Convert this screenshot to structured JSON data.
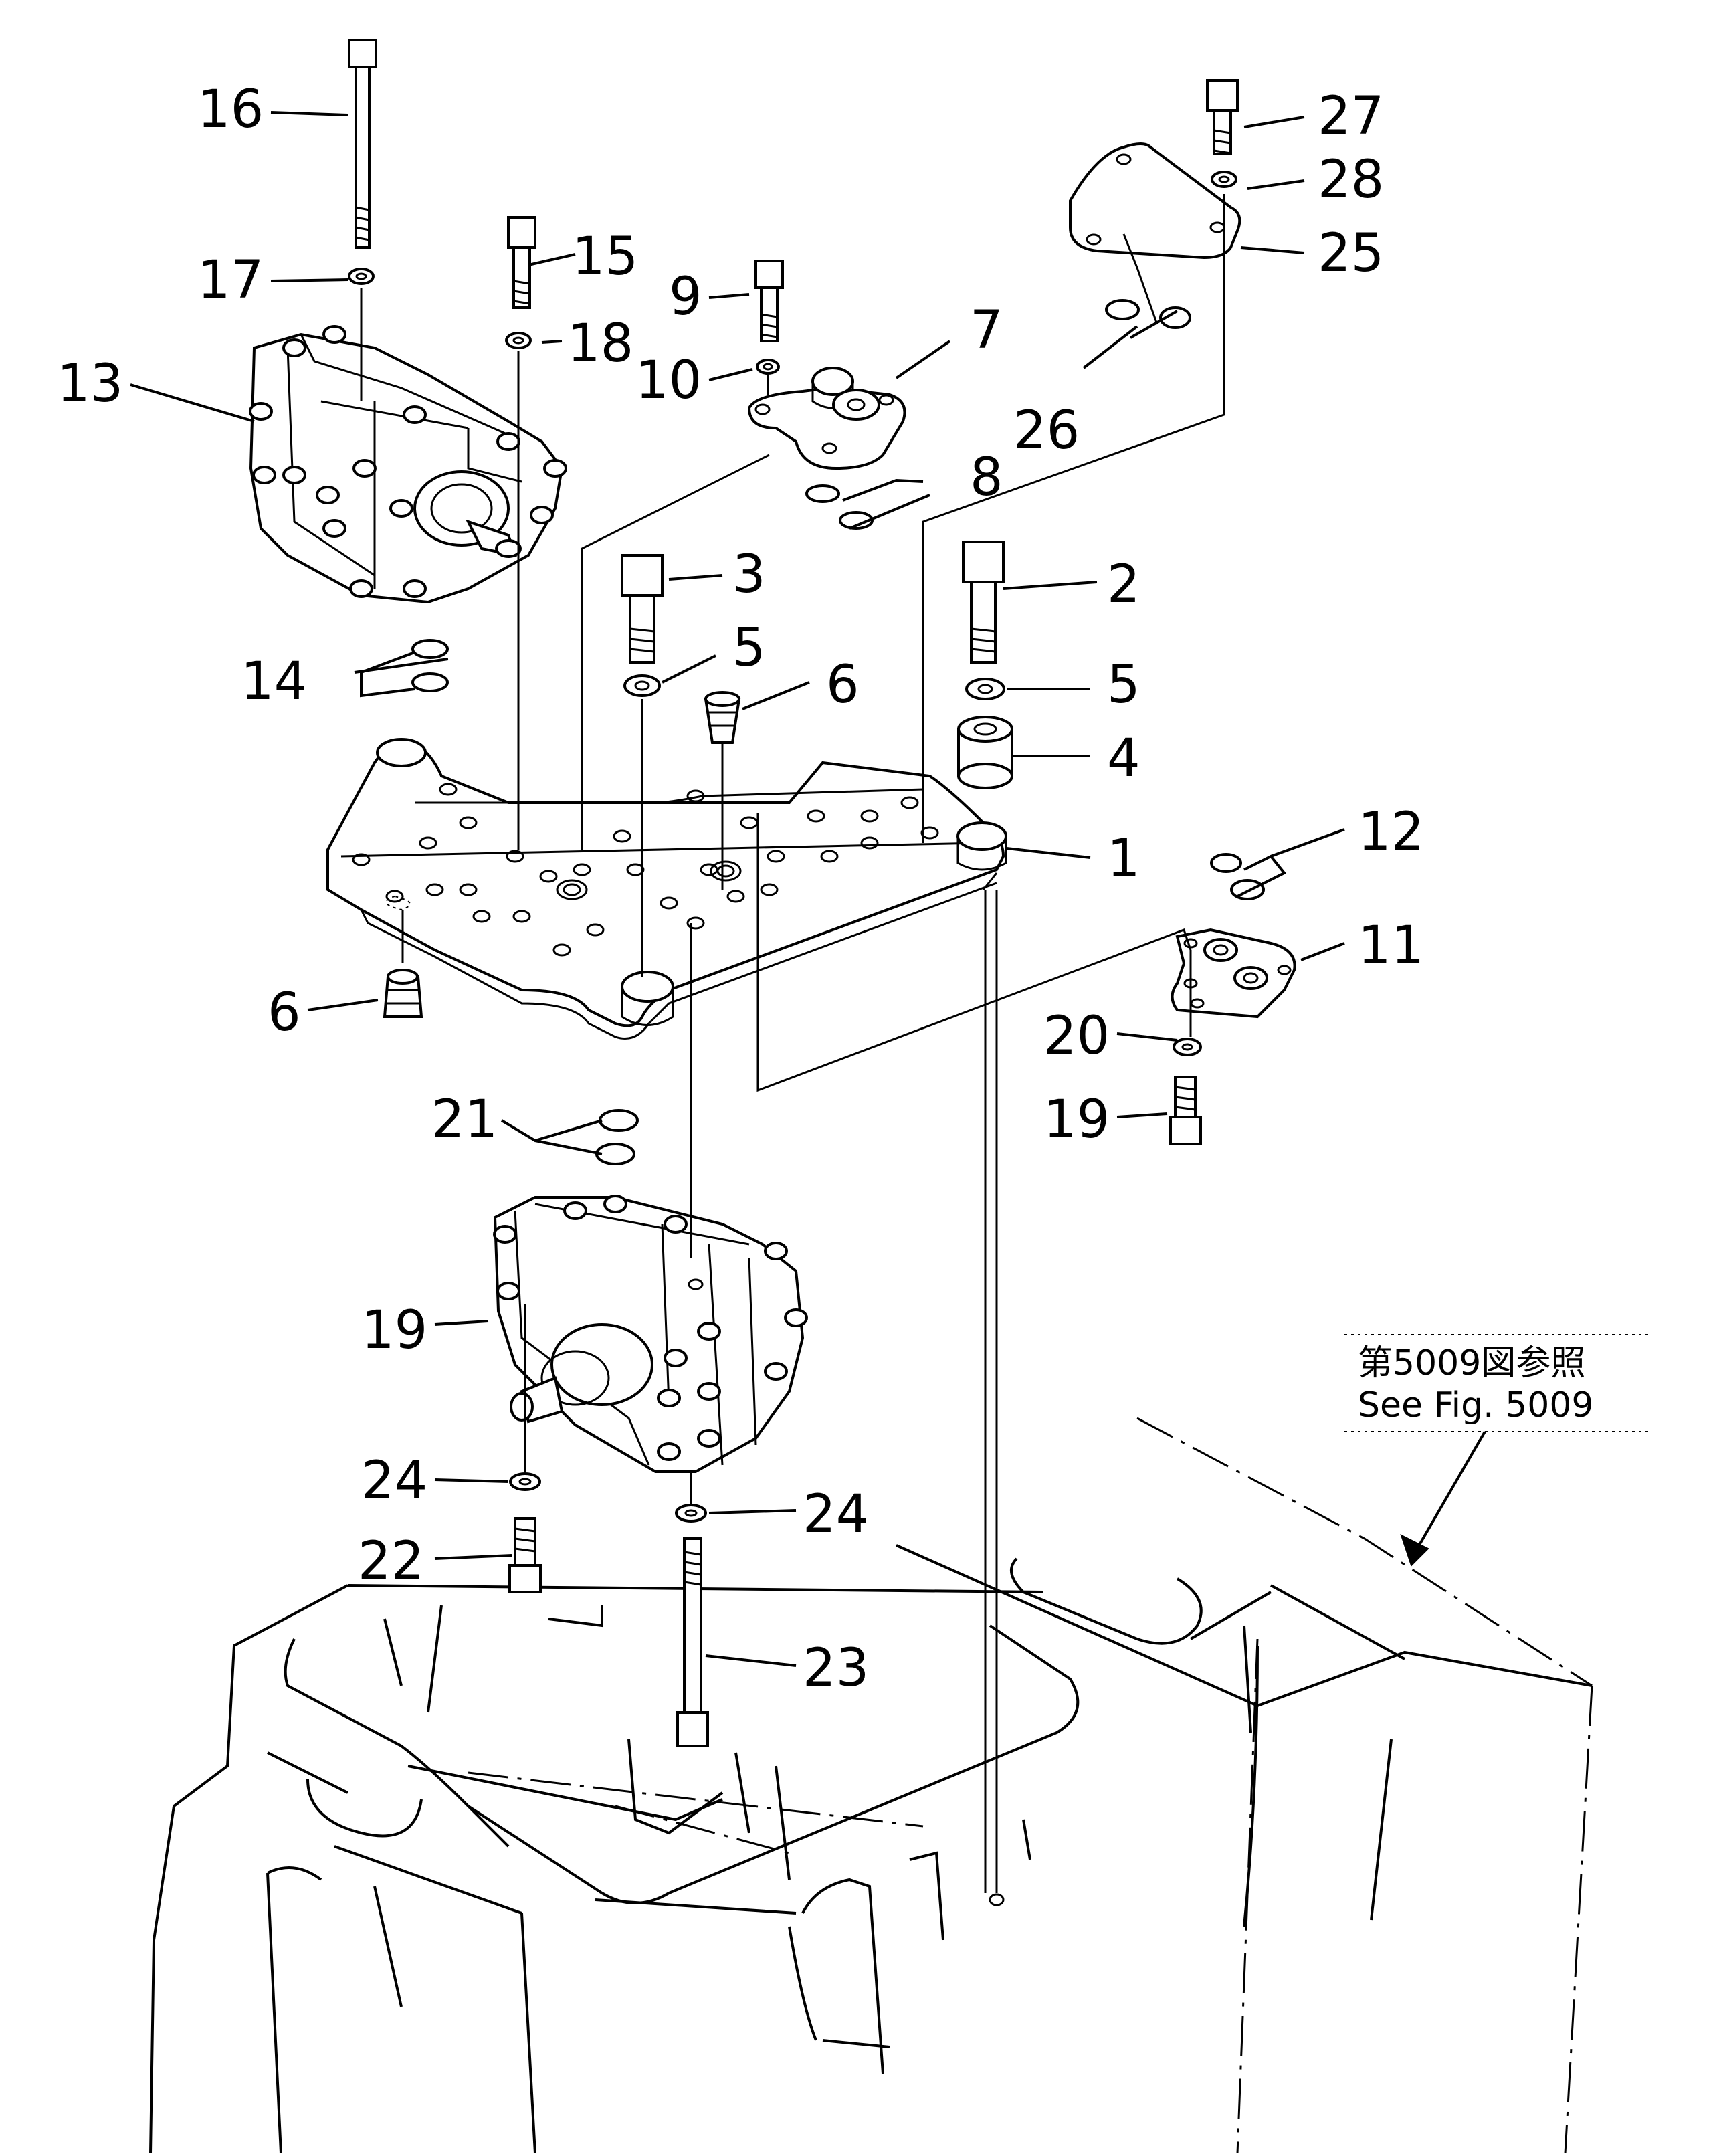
{
  "reference_note": {
    "line1": "第5009図参照",
    "line2": "See  Fig. 5009"
  },
  "callouts": [
    {
      "id": "c1",
      "text": "1"
    },
    {
      "id": "c2",
      "text": "2"
    },
    {
      "id": "c3",
      "text": "3"
    },
    {
      "id": "c4",
      "text": "4"
    },
    {
      "id": "c5a",
      "text": "5"
    },
    {
      "id": "c5b",
      "text": "5"
    },
    {
      "id": "c6a",
      "text": "6"
    },
    {
      "id": "c6b",
      "text": "6"
    },
    {
      "id": "c7",
      "text": "7"
    },
    {
      "id": "c8",
      "text": "8"
    },
    {
      "id": "c9",
      "text": "9"
    },
    {
      "id": "c10",
      "text": "10"
    },
    {
      "id": "c11",
      "text": "11"
    },
    {
      "id": "c12",
      "text": "12"
    },
    {
      "id": "c13",
      "text": "13"
    },
    {
      "id": "c14",
      "text": "14"
    },
    {
      "id": "c15",
      "text": "15"
    },
    {
      "id": "c16",
      "text": "16"
    },
    {
      "id": "c17",
      "text": "17"
    },
    {
      "id": "c18",
      "text": "18"
    },
    {
      "id": "c19a",
      "text": "19"
    },
    {
      "id": "c19b",
      "text": "19"
    },
    {
      "id": "c20",
      "text": "20"
    },
    {
      "id": "c21",
      "text": "21"
    },
    {
      "id": "c22",
      "text": "22"
    },
    {
      "id": "c23",
      "text": "23"
    },
    {
      "id": "c24a",
      "text": "24"
    },
    {
      "id": "c24b",
      "text": "24"
    },
    {
      "id": "c25",
      "text": "25"
    },
    {
      "id": "c26",
      "text": "26"
    },
    {
      "id": "c27",
      "text": "27"
    },
    {
      "id": "c28",
      "text": "28"
    }
  ]
}
